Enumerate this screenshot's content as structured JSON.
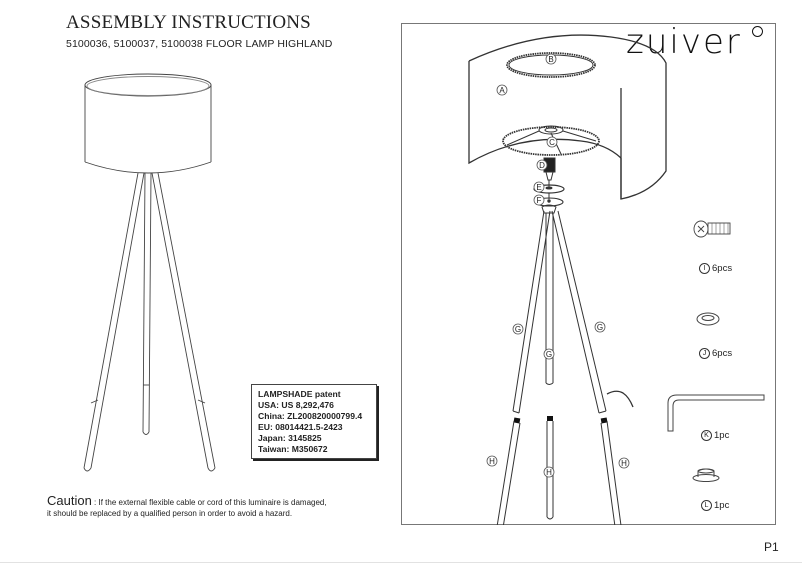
{
  "header": {
    "title": "ASSEMBLY INSTRUCTIONS",
    "subtitle": "5100036, 5100037, 5100038  FLOOR LAMP HIGHLAND"
  },
  "patent": {
    "lines": [
      "LAMPSHADE patent",
      "USA: US 8,292,476",
      "China: ZL200820000799.4",
      "EU: 08014421.5-2423",
      "Japan: 3145825",
      "Taiwan: M350672"
    ]
  },
  "caution": {
    "label": "Caution",
    "separator": " : ",
    "text_line1": "If the external flexible cable or cord of this luminaire is damaged,",
    "text_line2": "it should be replaced by a qualified person in order to avoid a hazard."
  },
  "brand": {
    "name": "zuiver"
  },
  "diagram": {
    "part_labels": [
      "A",
      "B",
      "C",
      "D",
      "E",
      "F",
      "G",
      "G",
      "G",
      "H",
      "H",
      "H"
    ],
    "hardware": [
      {
        "letter": "I",
        "qty": "6pcs",
        "icon": "screw-icon"
      },
      {
        "letter": "J",
        "qty": "6pcs",
        "icon": "washer-icon"
      },
      {
        "letter": "K",
        "qty": "1pc",
        "icon": "allen-key-icon"
      },
      {
        "letter": "L",
        "qty": "1pc",
        "icon": "cap-nut-icon"
      }
    ]
  },
  "footer": {
    "page": "P1"
  },
  "colors": {
    "line": "#333333",
    "frame": "#777777",
    "text": "#222222"
  }
}
